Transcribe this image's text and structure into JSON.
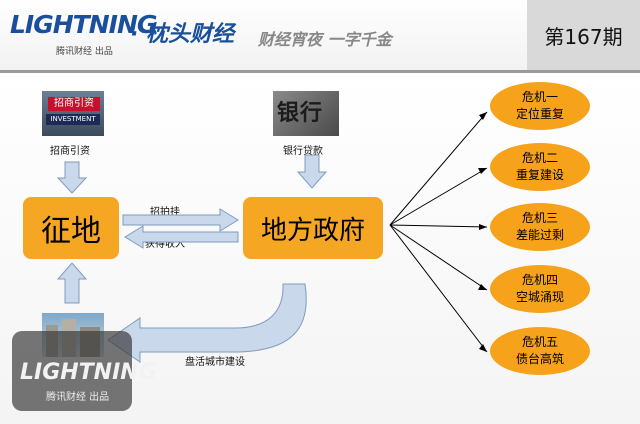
{
  "header": {
    "logo_en": "LIGHTNING",
    "logo_sub": "腾讯财经 出品",
    "logo_cn": "· 枕头财经",
    "slogan": "财经宵夜 一字千金",
    "issue": "第167期"
  },
  "diagram": {
    "photo1_sign": "招商引资",
    "photo1_sub": "INVESTMENT",
    "photo1_caption": "招商引资",
    "photo2_sign": "银行",
    "photo2_caption": "银行贷款",
    "box_land": "征地",
    "box_gov": "地方政府",
    "arrow_auction": "招拍挂",
    "arrow_income": "获得收入",
    "arrow_city": "盘活城市建设",
    "crises": [
      {
        "line1": "危机一",
        "line2": "定位重复"
      },
      {
        "line1": "危机二",
        "line2": "重复建设"
      },
      {
        "line1": "危机三",
        "line2": "差能过剩"
      },
      {
        "line1": "危机四",
        "line2": "空城涌现"
      },
      {
        "line1": "危机五",
        "line2": "债台高筑"
      }
    ]
  },
  "watermark": {
    "en": "LIGHTNING",
    "sub": "腾讯财经 出品"
  }
}
